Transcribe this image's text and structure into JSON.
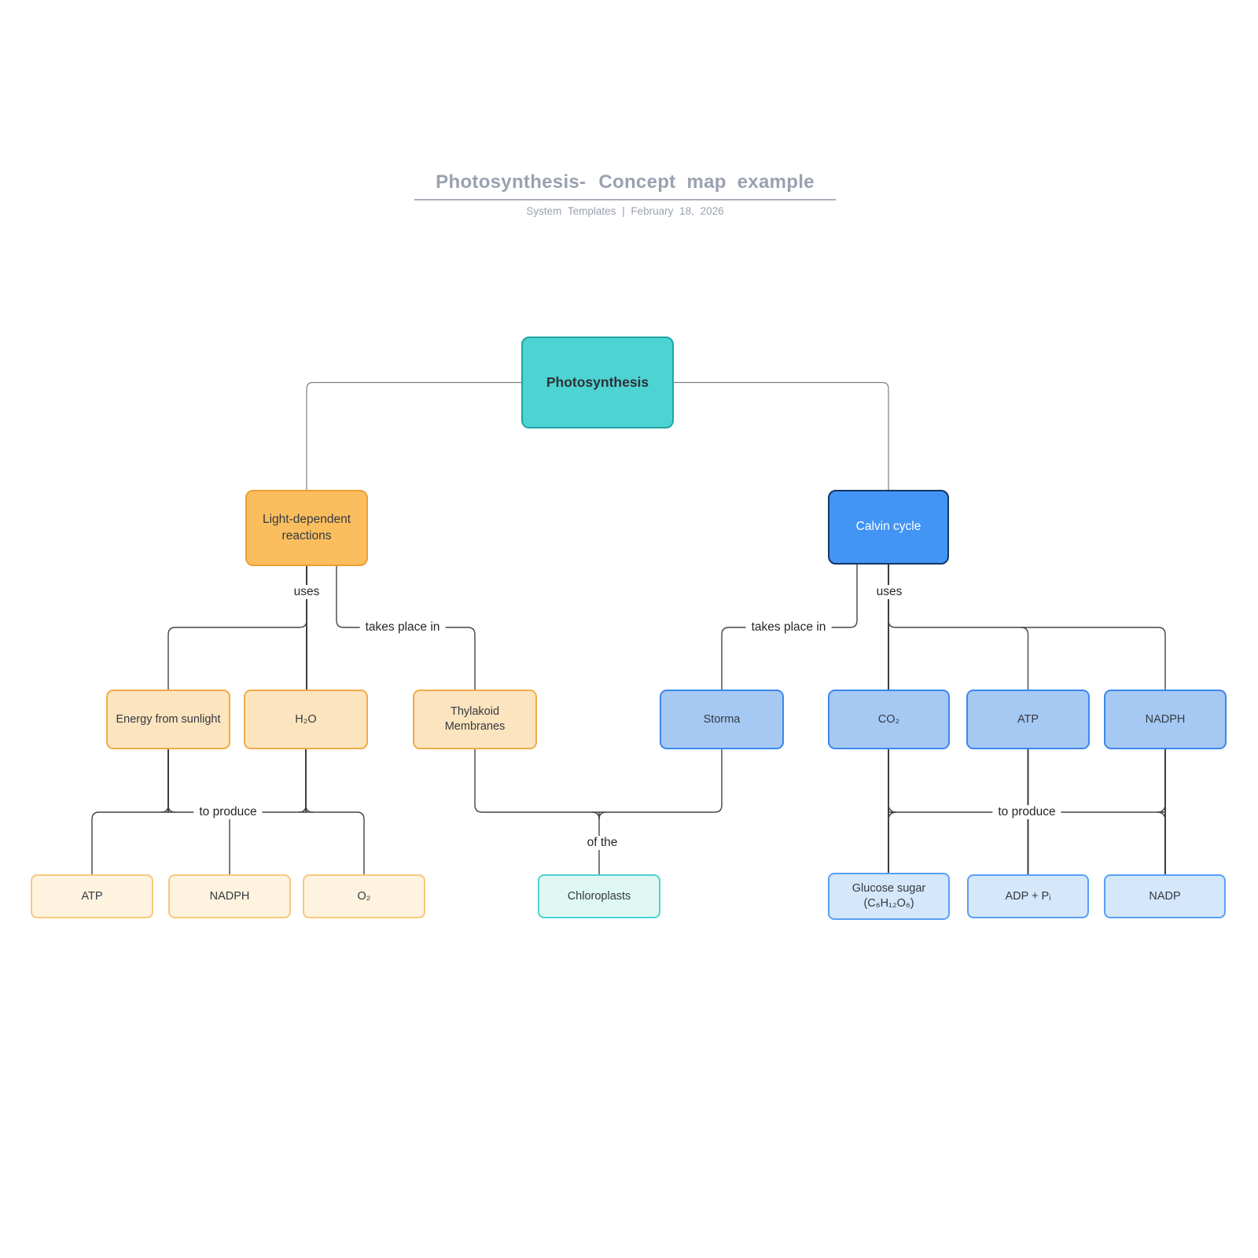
{
  "header": {
    "title_left": "Photosynthesis-",
    "title_right": "Concept map example",
    "byline": "System Templates | February 18, 2026"
  },
  "nodes": {
    "photosynthesis": {
      "label": "Photosynthesis"
    },
    "light_dependent": {
      "label": "Light-dependent reactions"
    },
    "calvin": {
      "label": "Calvin cycle"
    },
    "energy": {
      "label": "Energy from sunlight"
    },
    "h2o": {
      "label": "H₂O"
    },
    "thylakoid": {
      "label": "Thylakoid Membranes"
    },
    "storma": {
      "label": "Storma"
    },
    "co2": {
      "label": "CO₂"
    },
    "atp_right": {
      "label": "ATP"
    },
    "nadph_right": {
      "label": "NADPH"
    },
    "atp_left": {
      "label": "ATP"
    },
    "nadph_left": {
      "label": "NADPH"
    },
    "o2": {
      "label": "O₂"
    },
    "chloroplasts": {
      "label": "Chloroplasts"
    },
    "glucose": {
      "label": "Glucose sugar (C₆H₁₂O₆)"
    },
    "adp": {
      "label": "ADP + Pᵢ"
    },
    "nadp": {
      "label": "NADP"
    }
  },
  "edge_labels": {
    "uses_left": "uses",
    "takes_place_left": "takes place in",
    "to_produce_left": "to produce",
    "uses_right": "uses",
    "takes_place_right": "takes place in",
    "to_produce_right": "to produce",
    "of_the": "of the"
  },
  "palette": {
    "root_fill": "#4ED3D3",
    "root_border": "#1FA5A5",
    "orange_fill": "#FBBE5F",
    "orange_border": "#ED9D33",
    "blue_fill": "#4294F5",
    "blue_border": "#173563",
    "orange_light_fill": "#FCE4BE",
    "orange_light_border": "#F2AB49",
    "blue_light_fill": "#A6C9F4",
    "blue_light_border": "#3C86EC",
    "cream_fill": "#FDF3DF",
    "cream_border": "#F8C87D",
    "sky_fill": "#D4E7FB",
    "sky_border": "#57A0F6",
    "mint_fill": "#DFF8F2",
    "mint_border": "#4FD1D1"
  }
}
